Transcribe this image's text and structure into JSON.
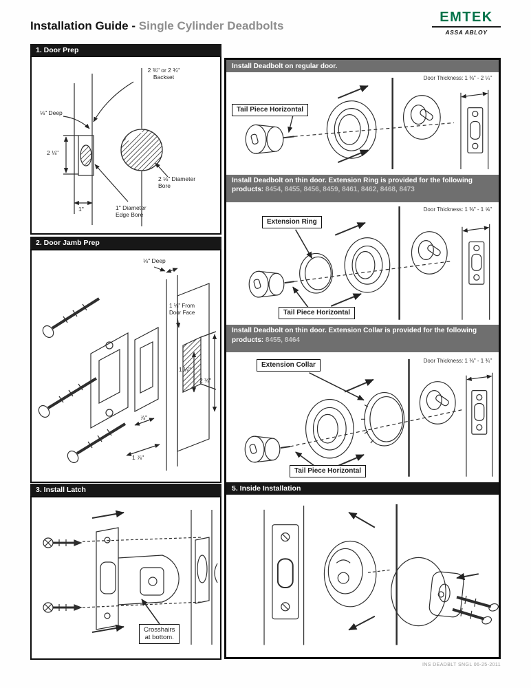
{
  "header": {
    "title": "Installation Guide -",
    "subtitle": "Single Cylinder Deadbolts",
    "logo": {
      "name": "EMTEK",
      "sub": "ASSA ABLOY"
    }
  },
  "colors": {
    "brand_green": "#00734A",
    "bar_black": "#171717",
    "bar_gray": "#6f6f6f"
  },
  "left": {
    "door_prep": {
      "title": "1. Door Prep",
      "labels": {
        "backset": "2 ⅜\" or 2 ¾\"\nBackset",
        "deep": "⅛\" Deep",
        "height": "2 ⅛\"",
        "width": "1\"",
        "bore": "2 ⅛\" Diameter\nBore",
        "edge_bore": "1\" Diameter\nEdge Bore"
      }
    },
    "door_jamb_prep": {
      "title": "2. Door Jamb Prep",
      "labels": {
        "deep": "⅛\" Deep",
        "from_face": "1 ⅛\" From\nDoor Face",
        "dim_a": "1 ⅛\"",
        "dim_b": "2 ⅜\"",
        "dim_c": "⅞\"",
        "dim_d": "1 ⅞\""
      }
    },
    "install_latch": {
      "title": "3. Install Latch",
      "labels": {
        "crosshairs": "Crosshairs\nat bottom."
      }
    }
  },
  "right": {
    "regular": {
      "bar": "Install Deadbolt on regular door.",
      "door_thickness": "Door Thickness: 1 ⅜\" - 2 ¼\"",
      "tail_piece": "Tail Piece Horizontal"
    },
    "ext_ring": {
      "bar": "Install Deadbolt on thin door. Extension Ring is provided for the following products:",
      "products": "8454, 8455, 8456, 8459, 8461, 8462, 8468, 8473",
      "door_thickness": "Door Thickness: 1 ⅜\" - 1 ⅝\"",
      "ring_label": "Extension Ring",
      "tail_piece": "Tail Piece Horizontal"
    },
    "ext_collar": {
      "bar": "Install Deadbolt on thin door. Extension Collar is provided for the following products:",
      "products": "8455, 8464",
      "door_thickness": "Door Thickness: 1 ⅜\" - 1 ¾\"",
      "collar_label": "Extension Collar",
      "tail_piece": "Tail Piece Horizontal"
    },
    "inside": {
      "title": "5. Inside Installation"
    }
  },
  "footer": {
    "doc_code": "INS DEADBLT SNGL 06-25-2011"
  }
}
